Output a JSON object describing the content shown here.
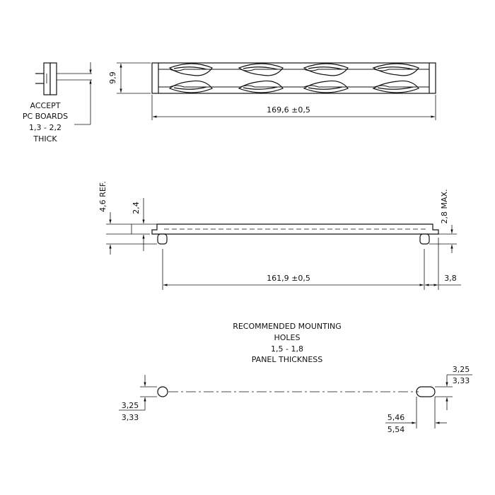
{
  "top_view": {
    "note_lines": [
      "ACCEPT",
      "PC BOARDS",
      "1,3 - 2,2",
      "THICK"
    ],
    "height_dim": "9,9",
    "length_dim": "169,6 ±0,5"
  },
  "side_view": {
    "overall_height_dim": "4,6 REF.",
    "body_height_dim": "2,4",
    "pin_length_dim": "2,8 MAX.",
    "pin_spacing_dim": "161,9 ±0,5",
    "end_offset_dim": "3,8"
  },
  "mounting": {
    "title_lines": [
      "RECOMMENDED MOUNTING",
      "HOLES",
      "1,5 - 1,8",
      "PANEL THICKNESS"
    ],
    "left_hole_dim_top": "3,25",
    "left_hole_dim_bottom": "3,33",
    "slot_height_dim_top": "3,25",
    "slot_height_dim_bottom": "3,33",
    "slot_width_dim_top": "5,46",
    "slot_width_dim_bottom": "5,54"
  }
}
